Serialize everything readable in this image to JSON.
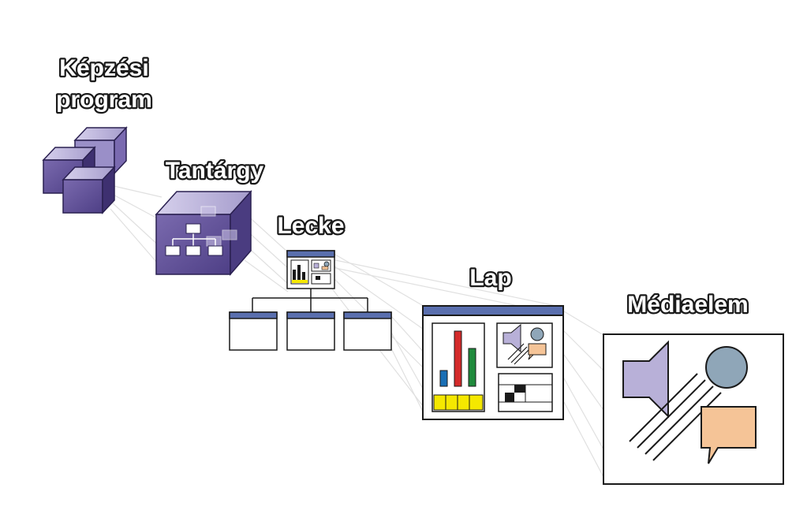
{
  "labels": {
    "program_line1": "Képzési",
    "program_line2": "program",
    "subject": "Tantárgy",
    "lesson": "Lecke",
    "page": "Lap",
    "media": "Médiaelem"
  },
  "colors": {
    "cube_purple": "#6b5b9e",
    "cube_purple_light": "#b8b0d8",
    "window_bar": "#5a6fae",
    "bar_blue": "#1a6fb5",
    "bar_red": "#d42a2a",
    "bar_green": "#1f8a3c",
    "highlight_yellow": "#f5e800",
    "speaker_lilac": "#b8b0d8",
    "circle_grey_blue": "#8fa6b8",
    "bubble_peach": "#f5c497"
  },
  "icons": [
    "cubes-icon",
    "org-chart-cube-icon",
    "lesson-window-icon",
    "page-window-icon",
    "speaker-icon",
    "circle-icon",
    "speech-bubble-icon"
  ]
}
